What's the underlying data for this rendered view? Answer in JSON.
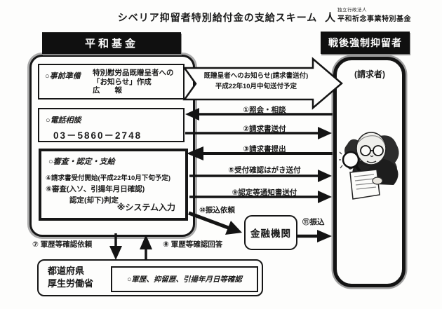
{
  "title": "シベリア抑留者特別給付金の支給スキーム",
  "logo": {
    "mark": "人",
    "org_type": "独立行政法人",
    "org_name": "平和祈念事業特別基金"
  },
  "fund": {
    "header": "平和基金",
    "preparation": {
      "label": "○事前準備",
      "notice": "特別慰労品既贈呈者への「お知らせ」作成",
      "pr": "広　　報"
    },
    "phone": {
      "label": "○電話相談",
      "number": "03－5860－2748"
    },
    "review": {
      "label": "○審査・認定・支給",
      "step4": "④請求書受付開始(平成22年10月下旬予定)",
      "step6": "⑥審査(入ソ、引揚年月日確認)",
      "step6b": "認定(却下)判定",
      "note": "※システム入力"
    }
  },
  "claimant": {
    "header": "戦後強制抑留者",
    "subtitle": "(請求者)",
    "illustration": "elderly-man-with-magnifying-glass"
  },
  "big_arrow": {
    "line1": "既贈呈者へのお知らせ(請求書送付)",
    "line2": "平成22年10月中旬送付予定"
  },
  "flows": {
    "f1": {
      "label": "①照会・相談",
      "direction": "to-fund"
    },
    "f2": {
      "label": "②請求書送付",
      "direction": "to-claimant"
    },
    "f3": {
      "label": "③請求書提出",
      "direction": "to-fund"
    },
    "f5": {
      "label": "⑤受付確認はがき送付",
      "direction": "to-claimant"
    },
    "f9": {
      "label": "⑨認定等通知書送付",
      "direction": "to-claimant"
    },
    "f10": {
      "label": "⑩振込依頼",
      "direction": "to-bank"
    },
    "f11": {
      "label": "⑪振込",
      "direction": "to-claimant"
    },
    "f7": {
      "label": "⑦ 軍歴等確認依頼",
      "direction": "to-gov"
    },
    "f8": {
      "label": "⑧ 軍歴等確認回答",
      "direction": "to-fund"
    }
  },
  "bank": {
    "label": "金融機関"
  },
  "gov": {
    "org1": "都道府県",
    "org2": "厚生労働省",
    "task": "○軍歴、抑留歴、引揚年月日等確認"
  },
  "colors": {
    "ink": "#1a1a1a",
    "paper": "#fdfdfc",
    "header_bg": "#101010"
  }
}
